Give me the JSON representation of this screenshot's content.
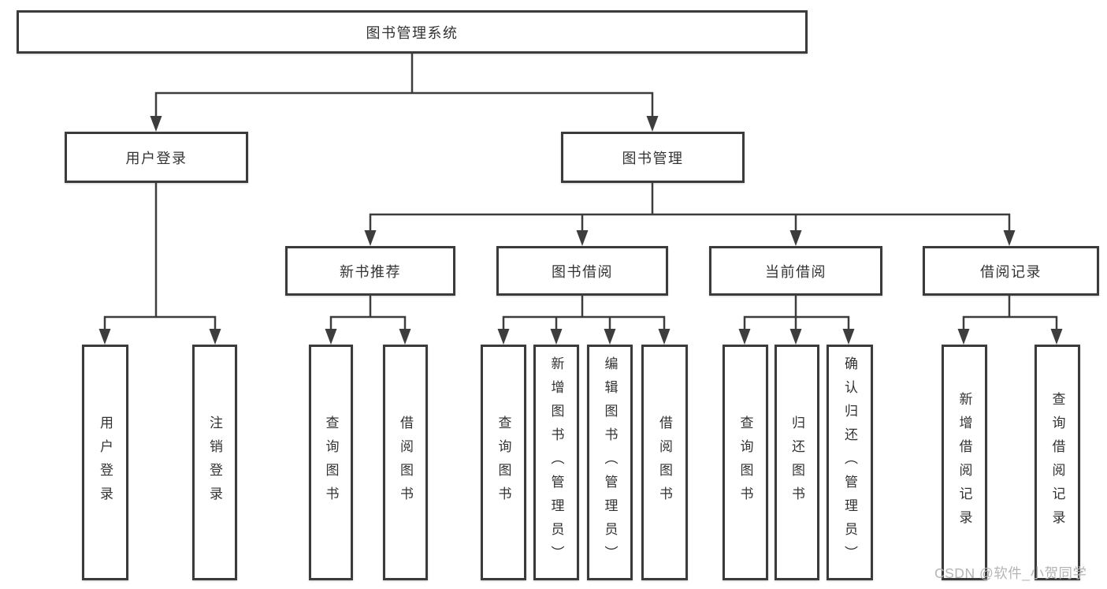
{
  "tree": {
    "root": {
      "label": "图书管理系统"
    },
    "branches": [
      {
        "label": "用户登录",
        "children": [
          {
            "label": "用户登录"
          },
          {
            "label": "注销登录"
          }
        ]
      },
      {
        "label": "图书管理",
        "sections": [
          {
            "label": "新书推荐",
            "children": [
              {
                "label": "查询图书"
              },
              {
                "label": "借阅图书"
              }
            ]
          },
          {
            "label": "图书借阅",
            "children": [
              {
                "label": "查询图书"
              },
              {
                "label": "新增图书（管理员）"
              },
              {
                "label": "编辑图书（管理员）"
              },
              {
                "label": "借阅图书"
              }
            ]
          },
          {
            "label": "当前借阅",
            "children": [
              {
                "label": "查询图书"
              },
              {
                "label": "归还图书"
              },
              {
                "label": "确认归还（管理员）"
              }
            ]
          },
          {
            "label": "借阅记录",
            "children": [
              {
                "label": "新增借阅记录"
              },
              {
                "label": "查询借阅记录"
              }
            ]
          }
        ]
      }
    ]
  },
  "watermark": {
    "text": "CSDN @软件_小贺同学"
  },
  "colors": {
    "line": "#3d3d3d",
    "border": "#3b3b3b",
    "text": "#333333",
    "watermark": "#b5b5b5",
    "background": "#ffffff"
  }
}
